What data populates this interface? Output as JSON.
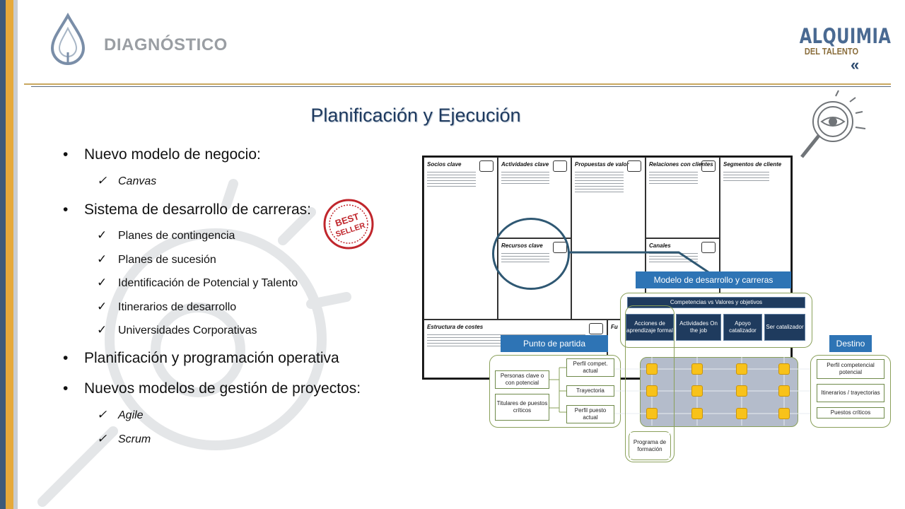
{
  "header": {
    "title": "DIAGNÓSTICO",
    "brand_top": "ALQUIMIA",
    "brand_sub": "DEL TALENTO",
    "brand_arrow": "«"
  },
  "slide": {
    "title": "Planificación y Ejecución",
    "bullets": [
      {
        "text": "Nuevo modelo de negocio:",
        "subs": [
          "Canvas"
        ]
      },
      {
        "text": "Sistema de desarrollo de carreras:",
        "subs": [
          "Planes de contingencia",
          "Planes de sucesión",
          "Identificación de Potencial y Talento",
          "Itinerarios de desarrollo",
          "Universidades Corporativas"
        ]
      },
      {
        "text": "Planificación y programación operativa",
        "subs": []
      },
      {
        "text": "Nuevos modelos de gestión de proyectos:",
        "subs": [
          "Agile",
          "Scrum"
        ]
      }
    ],
    "bullet_glyph": "•",
    "check_glyph": "✓",
    "stamp_text": "BEST SELLER"
  },
  "canvas": {
    "cells": [
      "Socios clave",
      "Actividades clave",
      "Propuestas de valor",
      "Relaciones con clientes",
      "Segmentos de cliente",
      "Recursos clave",
      "Canales",
      "Estructura de costes",
      "Fu"
    ]
  },
  "career_model": {
    "title": "Modelo de desarrollo y carreras",
    "competencias": "Competencias vs Valores y objetivos",
    "columns": [
      "Acciones de aprendizaje formal",
      "Actividades On the job",
      "Apoyo catalizador",
      "Ser catalizador"
    ],
    "punto_partida": "Punto de partida",
    "destino": "Destino",
    "personas_clave": "Personas clave o con potencial",
    "titulares": "Titulares de puestos críticos",
    "perfil_compet_actual": "Perfil compet. actual",
    "trayectoria": "Trayectoria",
    "perfil_puesto_actual": "Perfil puesto actual",
    "perfil_competencial_potencial": "Perfil competencial potencial",
    "itinerarios_trayectorias": "Itinerarios / trayectorias",
    "puestos_criticos": "Puestos críticos",
    "programa_formacion": "Programa de formación"
  },
  "colors": {
    "navy": "#1f3b5e",
    "accent_blue": "#2e74b5",
    "gold": "#e6a93a",
    "square_yellow": "#f8c21a",
    "green_border": "#8aa05a"
  }
}
